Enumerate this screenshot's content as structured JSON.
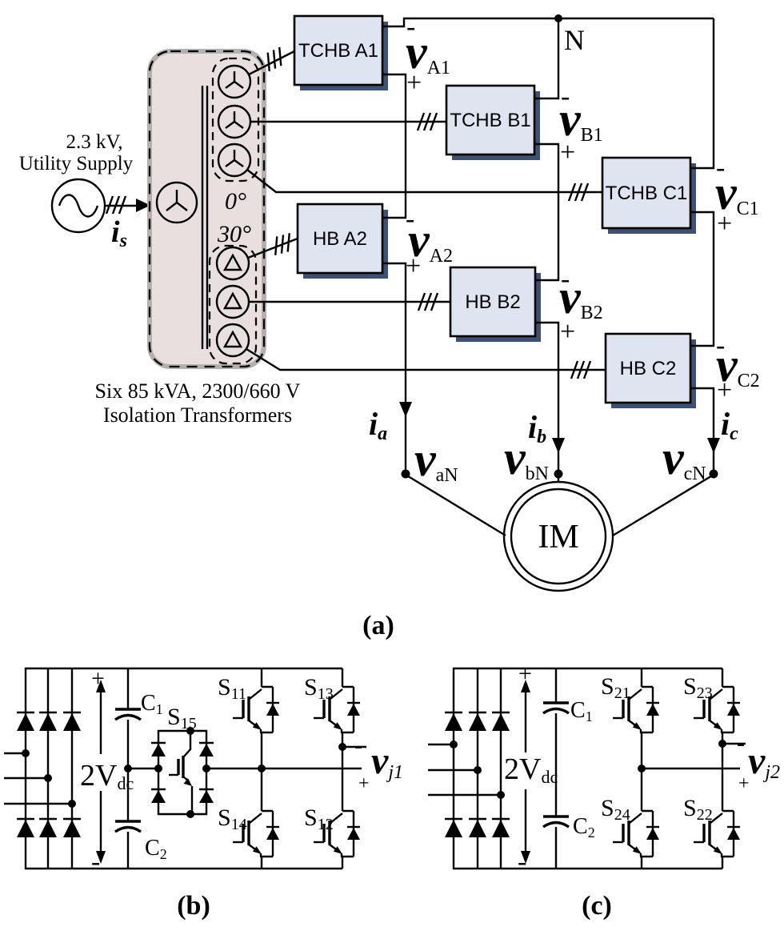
{
  "colors": {
    "background": "#ffffff",
    "line": "#000000",
    "block_fill": "#dfe5f0",
    "block_shadow": "#3d5076",
    "transformer_fill": "#e9dfde",
    "transformer_border_gray": "#b5b0b0"
  },
  "signs": {
    "plus": "+",
    "minus": "-"
  },
  "panel_a": {
    "caption": "(a)",
    "source": {
      "label_line1": "2.3 kV,",
      "label_line2": "Utility Supply",
      "current_main": "i",
      "current_sub": "s"
    },
    "transformer": {
      "group_top_phase": "0°",
      "group_bottom_phase": "30°",
      "caption_line1": "Six 85 kVA, 2300/660 V",
      "caption_line2": "Isolation Transformers"
    },
    "neutral_label": "N",
    "motor_label": "IM",
    "blocks": {
      "a1": "TCHB A1",
      "b1": "TCHB B1",
      "c1": "TCHB C1",
      "a2": "HB A2",
      "b2": "HB B2",
      "c2": "HB C2"
    },
    "voltages": {
      "va1": {
        "m": "v",
        "s": "A1"
      },
      "vb1": {
        "m": "v",
        "s": "B1"
      },
      "vc1": {
        "m": "v",
        "s": "C1"
      },
      "va2": {
        "m": "v",
        "s": "A2"
      },
      "vb2": {
        "m": "v",
        "s": "B2"
      },
      "vc2": {
        "m": "v",
        "s": "C2"
      },
      "van": {
        "m": "v",
        "s": "aN"
      },
      "vbn": {
        "m": "v",
        "s": "bN"
      },
      "vcn": {
        "m": "v",
        "s": "cN"
      }
    },
    "currents": {
      "ia": {
        "m": "i",
        "s": "a"
      },
      "ib": {
        "m": "i",
        "s": "b"
      },
      "ic": {
        "m": "i",
        "s": "c"
      }
    }
  },
  "panel_b": {
    "caption": "(b)",
    "dc_link": {
      "m": "2V",
      "s": "dc"
    },
    "capacitors": {
      "c1": {
        "m": "C",
        "s": "1"
      },
      "c2": {
        "m": "C",
        "s": "2"
      }
    },
    "switches": {
      "s11": {
        "m": "S",
        "s": "11"
      },
      "s12": {
        "m": "S",
        "s": "12"
      },
      "s13": {
        "m": "S",
        "s": "13"
      },
      "s14": {
        "m": "S",
        "s": "14"
      },
      "s15": {
        "m": "S",
        "s": "15"
      }
    },
    "output": {
      "m": "v",
      "s": "j1"
    }
  },
  "panel_c": {
    "caption": "(c)",
    "dc_link": {
      "m": "2V",
      "s": "dc"
    },
    "capacitors": {
      "c1": {
        "m": "C",
        "s": "1"
      },
      "c2": {
        "m": "C",
        "s": "2"
      }
    },
    "switches": {
      "s21": {
        "m": "S",
        "s": "21"
      },
      "s22": {
        "m": "S",
        "s": "22"
      },
      "s23": {
        "m": "S",
        "s": "23"
      },
      "s24": {
        "m": "S",
        "s": "24"
      }
    },
    "output": {
      "m": "v",
      "s": "j2"
    }
  }
}
